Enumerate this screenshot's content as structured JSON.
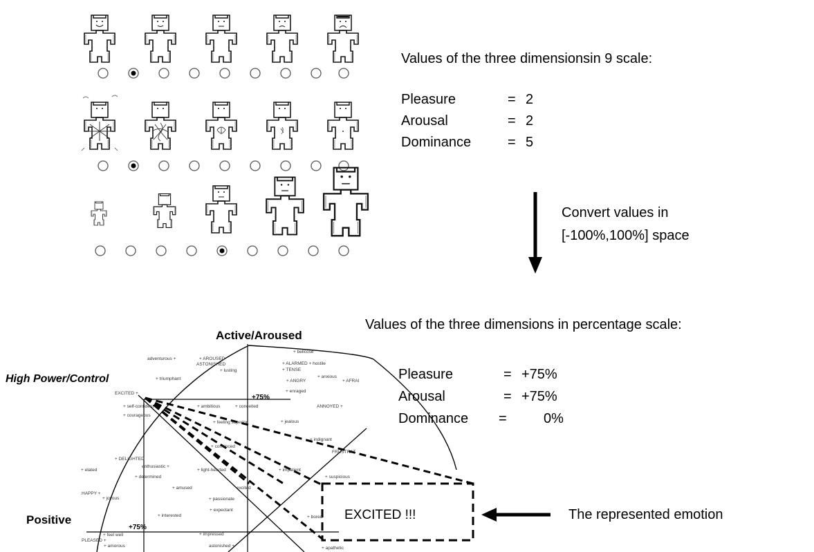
{
  "scale9": {
    "heading": "Values of the three dimensionsin 9 scale:",
    "rows": [
      {
        "label": "Pleasure",
        "eq": "=",
        "value": "2"
      },
      {
        "label": "Arousal",
        "eq": "=",
        "value": "2"
      },
      {
        "label": "Dominance",
        "eq": "=",
        "value": "5"
      }
    ]
  },
  "sam": {
    "selected": [
      2,
      2,
      5
    ],
    "options_per_row": 9
  },
  "convert": {
    "line1": "Convert values in",
    "line2": "[-100%,100%] space"
  },
  "pct": {
    "heading": "Values of the three dimensions in percentage scale:",
    "rows": [
      {
        "label": "Pleasure",
        "eq": "=",
        "value": "+75%"
      },
      {
        "label": "Arousal",
        "eq": "=",
        "value": "+75%"
      },
      {
        "label": "Dominance",
        "eq": "=",
        "value": "0%"
      }
    ]
  },
  "circumplex": {
    "axis_top": "Active/Aroused",
    "axis_power": "High Power/Control",
    "axis_left": "Positive",
    "marker_top": "+75%",
    "marker_left": "+75%",
    "words": [
      "adventurous",
      "AROUSED",
      "ASTONISHED",
      "lusting",
      "belicose",
      "ALARMED",
      "hostile",
      "TENSE",
      "anxious",
      "ANGRY",
      "AFRAI",
      "triumphant",
      "EXCITED",
      "enraged",
      "self-confident",
      "ambitious",
      "conceited",
      "ANNOYED",
      "courageous",
      "feeling superior",
      "jealous",
      "convinced",
      "indignant",
      "DELIGHTED",
      "FRUSTRAT",
      "enthusiastic",
      "light-hearted",
      "impatient",
      "elated",
      "determined",
      "suspicious",
      "HAPPY",
      "amused",
      "joyous",
      "excited",
      "passionate",
      "expectant",
      "interested",
      "bored",
      "impressed",
      "PLEASED",
      "feel well",
      "amorous",
      "astonished",
      "apathetic"
    ]
  },
  "result": {
    "emotion": "EXCITED !!!",
    "caption": "The represented emotion"
  }
}
